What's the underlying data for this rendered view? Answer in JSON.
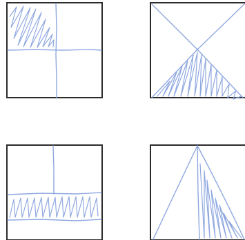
{
  "ink_color": "#8fa8e0",
  "frame_color": "#2b2b2b",
  "panels": [
    {
      "id": "panel-1",
      "pattern": "quadrant-grid",
      "shaded_region": "top-left-quadrant"
    },
    {
      "id": "panel-2",
      "pattern": "diagonal-cross",
      "shaded_region": "bottom-triangle"
    },
    {
      "id": "panel-3",
      "pattern": "horizontal-band",
      "shaded_region": "lower-band"
    },
    {
      "id": "panel-4",
      "pattern": "apex-triangle",
      "shaded_region": "right-half-triangle"
    }
  ]
}
